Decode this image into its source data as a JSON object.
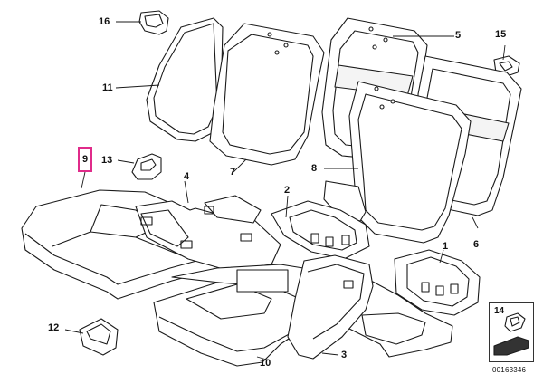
{
  "diagram": {
    "callouts": [
      "1",
      "2",
      "3",
      "4",
      "5",
      "6",
      "7",
      "8",
      "9",
      "10",
      "11",
      "12",
      "13",
      "14",
      "15",
      "16"
    ],
    "highlighted_callout": "9",
    "reference_number": "00163346"
  },
  "colors": {
    "line": "#1a1a1a",
    "fill": "#ffffff",
    "highlight": "#e02b8a",
    "shadow": "#d9d9d9"
  }
}
